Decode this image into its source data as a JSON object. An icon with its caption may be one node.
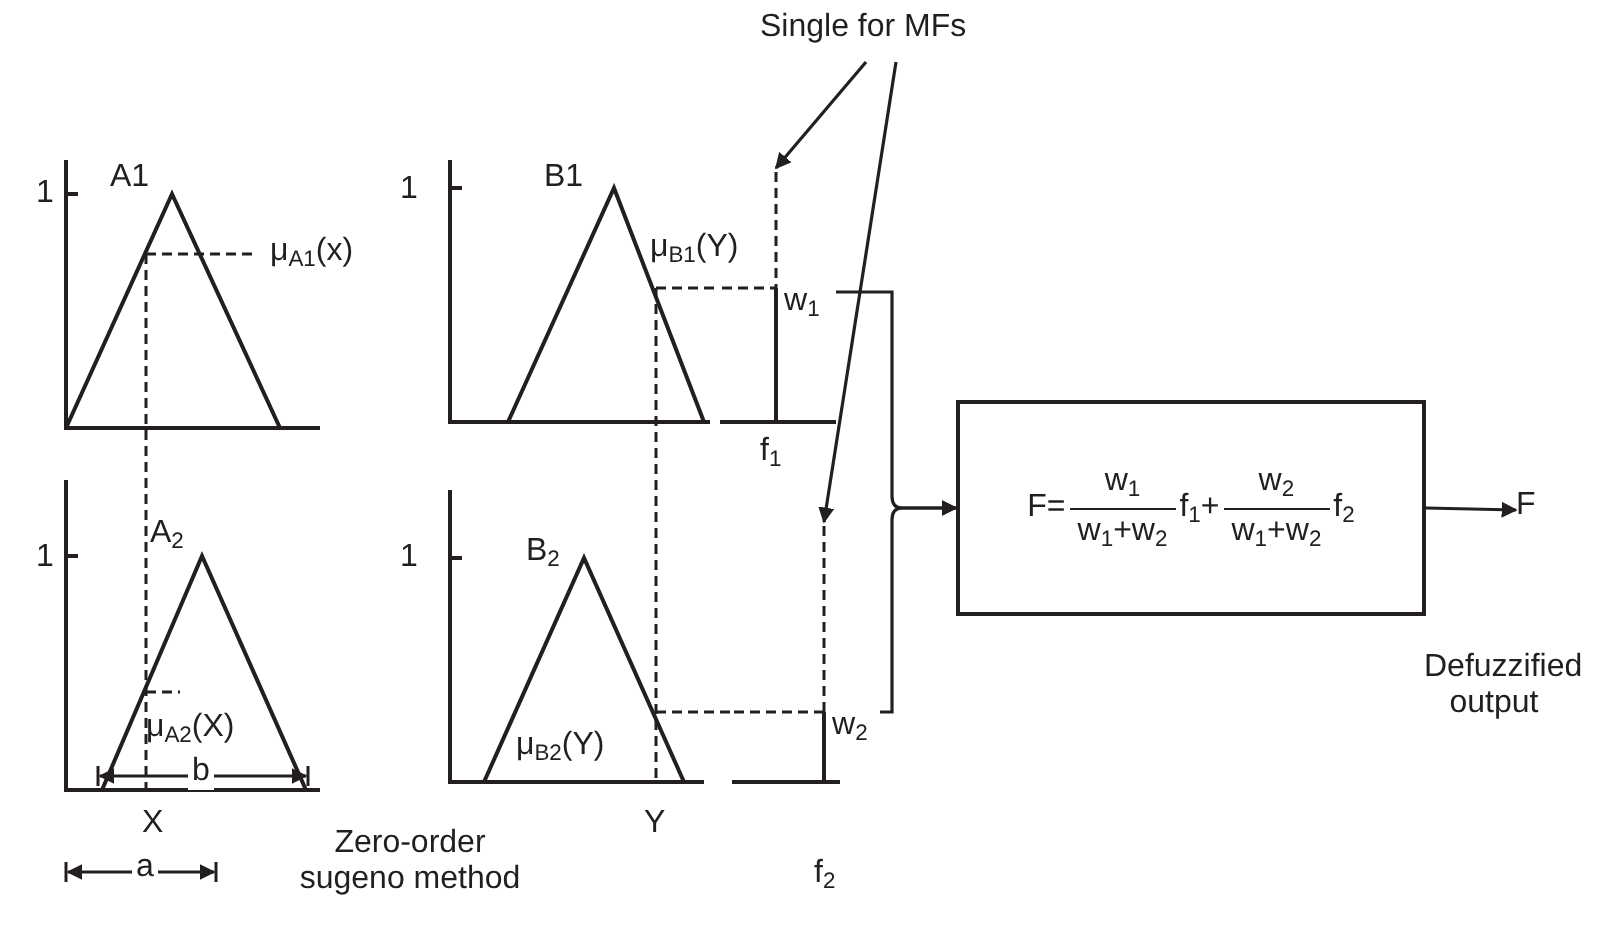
{
  "diagram": {
    "nodes": [
      {
        "text": [
          "Single for MFs"
        ]
      },
      {
        "text": [
          "w$_{1}$"
        ]
      },
      {
        "text": [
          "w$_{2}$"
        ]
      },
      {
        "text": [
          "F=",
          "w$_{1}$",
          "w$_{1}$+w$_{2}$",
          "f$_{1}$+",
          "w$_{2}$",
          "w$_{1}$+w$_{2}$",
          "f$_{2}$"
        ]
      },
      {
        "text": [
          "F"
        ]
      }
    ],
    "edges": [
      {
        "from": 0,
        "to": 1,
        "arrow": "to"
      },
      {
        "from": 0,
        "to": 2,
        "arrow": "to"
      },
      {
        "from": 1,
        "to": 3,
        "arrow": "to"
      },
      {
        "from": 2,
        "to": 3,
        "arrow": "to"
      },
      {
        "from": 3,
        "to": 4,
        "arrow": "to"
      }
    ],
    "labels": [
      "1",
      "A1",
      "μ$_{A1}$(x)",
      "1",
      "B1",
      "μ$_{B1}$(Y)",
      "f$_{1}$",
      "1",
      "A$_{2}$",
      "1",
      "B$_{2}$",
      "μ$_{A2}$(X)",
      "μ$_{B2}$(Y)",
      "b",
      "X",
      "Y",
      "f$_{2}$",
      "a",
      "Zero-order sugeno method",
      "Defuzzified output"
    ]
  }
}
